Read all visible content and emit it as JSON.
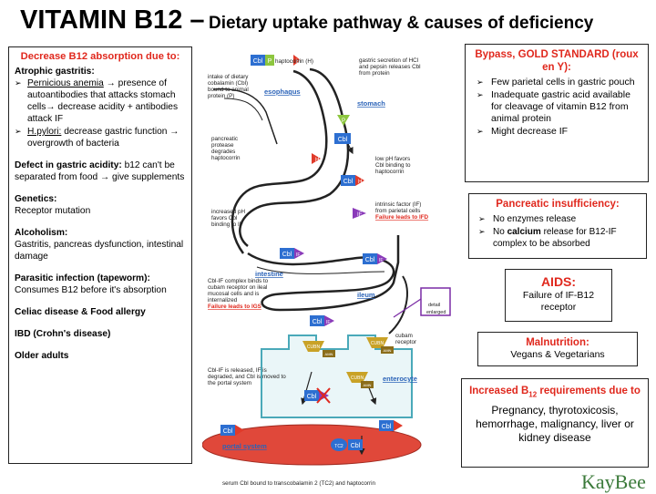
{
  "title": {
    "main": "VITAMIN B12 –",
    "sub": "Dietary uptake pathway & causes of deficiency"
  },
  "left_box": {
    "heading": "Decrease B12 absorption due to:",
    "atrophic": {
      "title": "Atrophic gastritis:",
      "item1_term": "Pernicious anemia",
      "item1_text": " → presence of autoantibodies that attacks stomach cells→ decrease acidity + antibodies attack IF",
      "item2_term": "H.pylori:",
      "item2_text": " decrease gastric function → overgrowth of bacteria"
    },
    "acidity": {
      "title": "Defect in gastric acidity:",
      "text": " b12 can't be separated from food → give supplements"
    },
    "genetics": {
      "title": "Genetics:",
      "text": "Receptor mutation"
    },
    "alcoholism": {
      "title": "Alcoholism:",
      "text": "Gastritis, pancreas dysfunction, intestinal damage"
    },
    "parasitic": {
      "title": "Parasitic infection (tapeworm):",
      "text": "Consumes B12 before it's absorption"
    },
    "celiac": "Celiac disease & Food allergy",
    "ibd": "IBD (Crohn's disease)",
    "older": "Older adults"
  },
  "bypass_box": {
    "heading": "Bypass, GOLD STANDARD (roux en Y):",
    "items": [
      "Few parietal cells in gastric pouch",
      "Inadequate gastric acid available for cleavage of vitamin B12 from animal protein",
      "Might decrease IF"
    ]
  },
  "pancreatic_box": {
    "heading": "Pancreatic insufficiency:",
    "item1": "No enzymes release",
    "item2_pre": "No ",
    "item2_bold": "calcium",
    "item2_post": " release for B12-IF complex to be absorbed"
  },
  "aids_box": {
    "heading": "AIDS:",
    "text": "Failure of IF-B12 receptor"
  },
  "malnutrition_box": {
    "heading": "Malnutrition:",
    "text": "Vegans & Vegetarians"
  },
  "increased_box": {
    "heading_pre": "Increased B",
    "heading_sub": "12",
    "heading_post": " requirements due to",
    "text": "Pregnancy, thyrotoxicosis, hemorrhage, malignancy, liver or kidney disease"
  },
  "diagram": {
    "labels": {
      "cbl": "Cbl",
      "p": "P",
      "h": "H",
      "if": "IF",
      "cubn": "CUBN",
      "amn": "AMN",
      "tc2": "TC2",
      "haptocorrin": "haptocorrin (H)",
      "intake": [
        "intake of dietary",
        "cobalamin (Cbl)",
        "bound to animal",
        "protein (P)"
      ],
      "gastric": [
        "gastric secretion of HCl",
        "and pepsin releases Cbl",
        "from protein"
      ],
      "esophagus": "esophagus",
      "stomach": "stomach",
      "protease": [
        "pancreatic",
        "protease",
        "degrades",
        "haptocorrin"
      ],
      "lowph": [
        "low pH favors",
        "Cbl binding to",
        "haptocorrin"
      ],
      "intrinsic": [
        "intrinsic factor (IF)",
        "from parietal cells"
      ],
      "failure_ifd": "Failure leads to IFD",
      "increased_ph": [
        "increased pH",
        "favors Cbl",
        "binding to IF"
      ],
      "intestine": "intestine",
      "ileum": "ileum",
      "detail": [
        "detail",
        "enlarged"
      ],
      "cblif_complex": [
        "Cbl-IF complex binds to",
        "cubam receptor on ileal",
        "mucosal cells and is",
        "internalized"
      ],
      "failure_igs": "Failure leads to IGS",
      "cubam": [
        "cubam",
        "receptor"
      ],
      "released": [
        "Cbl-IF is released, IF is",
        "degraded, and Cbl is moved to",
        "the portal system"
      ],
      "enterocyte": "enterocyte",
      "portal": "portal system",
      "serum": "serum Cbl bound to transcobalamin 2 (TC2) and haptocorrin"
    }
  },
  "logo": "KayBee",
  "colors": {
    "red": "#e0281d",
    "cbl": "#2d6fd1",
    "h": "#e03a2a",
    "if": "#8a3ab9",
    "p": "#8dc63f",
    "cubn": "#c9a227",
    "portal": "#e0483a"
  }
}
